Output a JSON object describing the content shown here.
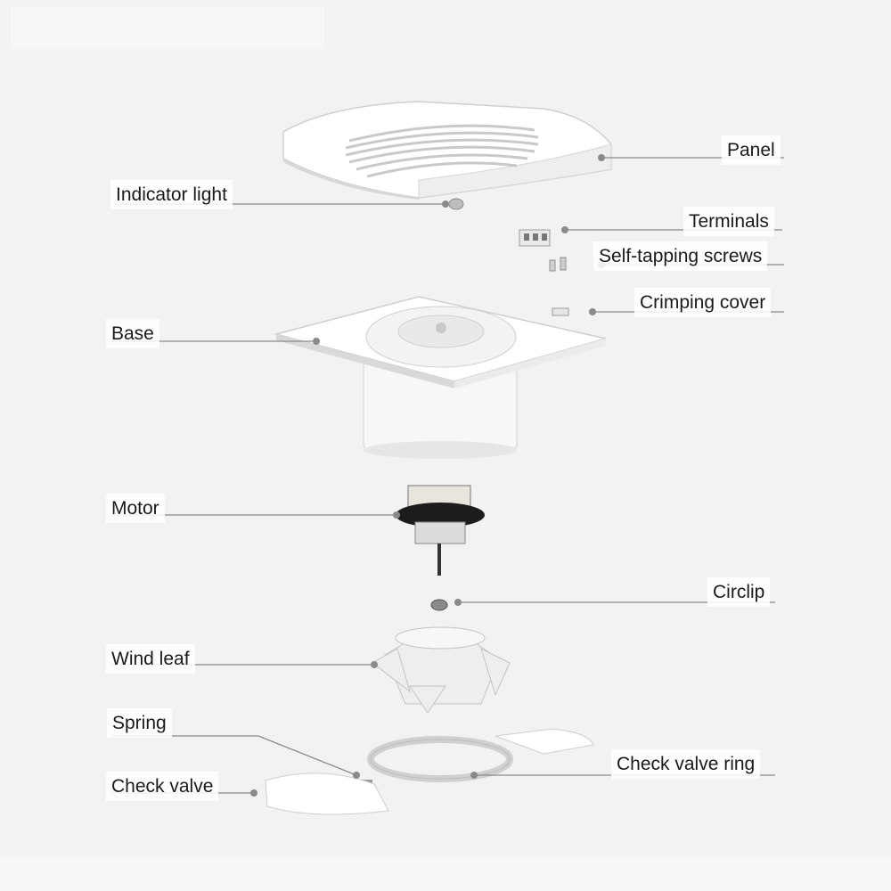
{
  "parts": {
    "panel": "Panel",
    "indicator_light": "Indicator light",
    "terminals": "Terminals",
    "self_tapping_screws": "Self-tapping screws",
    "crimping_cover": "Crimping cover",
    "base": "Base",
    "motor": "Motor",
    "circlip": "Circlip",
    "wind_leaf": "Wind leaf",
    "spring": "Spring",
    "check_valve_ring": "Check valve ring",
    "check_valve": "Check valve"
  },
  "colors": {
    "background": "#f2f2f2",
    "leader_line": "#8a8a8a",
    "part_fill": "#ffffff",
    "part_shadow": "#d4d4d4"
  }
}
